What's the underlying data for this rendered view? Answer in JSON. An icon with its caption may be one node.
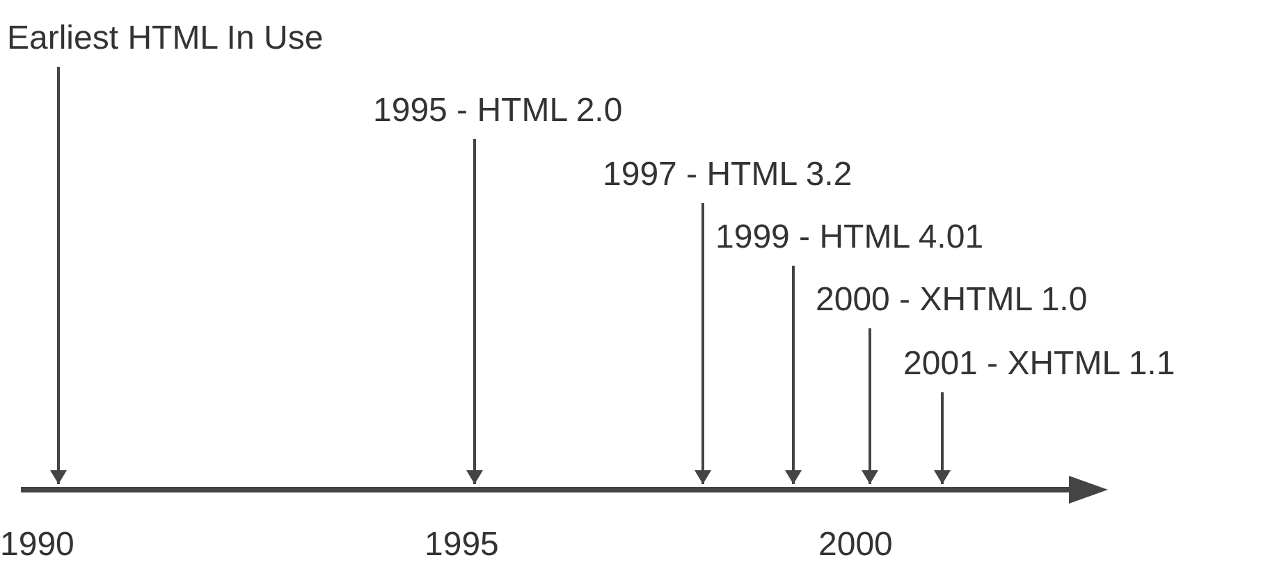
{
  "diagram": {
    "nodes": [
      {
        "text": [
          "Earliest HTML In Use"
        ]
      },
      {
        "text": [
          "1995 - HTML 2.0"
        ]
      },
      {
        "text": [
          "1997 - HTML 3.2"
        ]
      },
      {
        "text": [
          "1999 - HTML 4.01"
        ]
      },
      {
        "text": [
          "2000 - XHTML 1.0"
        ]
      },
      {
        "text": [
          "2001 - XHTML 1.1"
        ]
      }
    ],
    "edges": [
      {
        "from": 0,
        "to": null,
        "arrow": "to"
      },
      {
        "from": 1,
        "to": null,
        "arrow": "to"
      },
      {
        "from": 2,
        "to": null,
        "arrow": "to"
      },
      {
        "from": 3,
        "to": null,
        "arrow": "to"
      },
      {
        "from": 4,
        "to": null,
        "arrow": "to"
      },
      {
        "from": 5,
        "to": null,
        "arrow": "to"
      }
    ],
    "labels": [
      "1990",
      "1995",
      "2000"
    ]
  }
}
